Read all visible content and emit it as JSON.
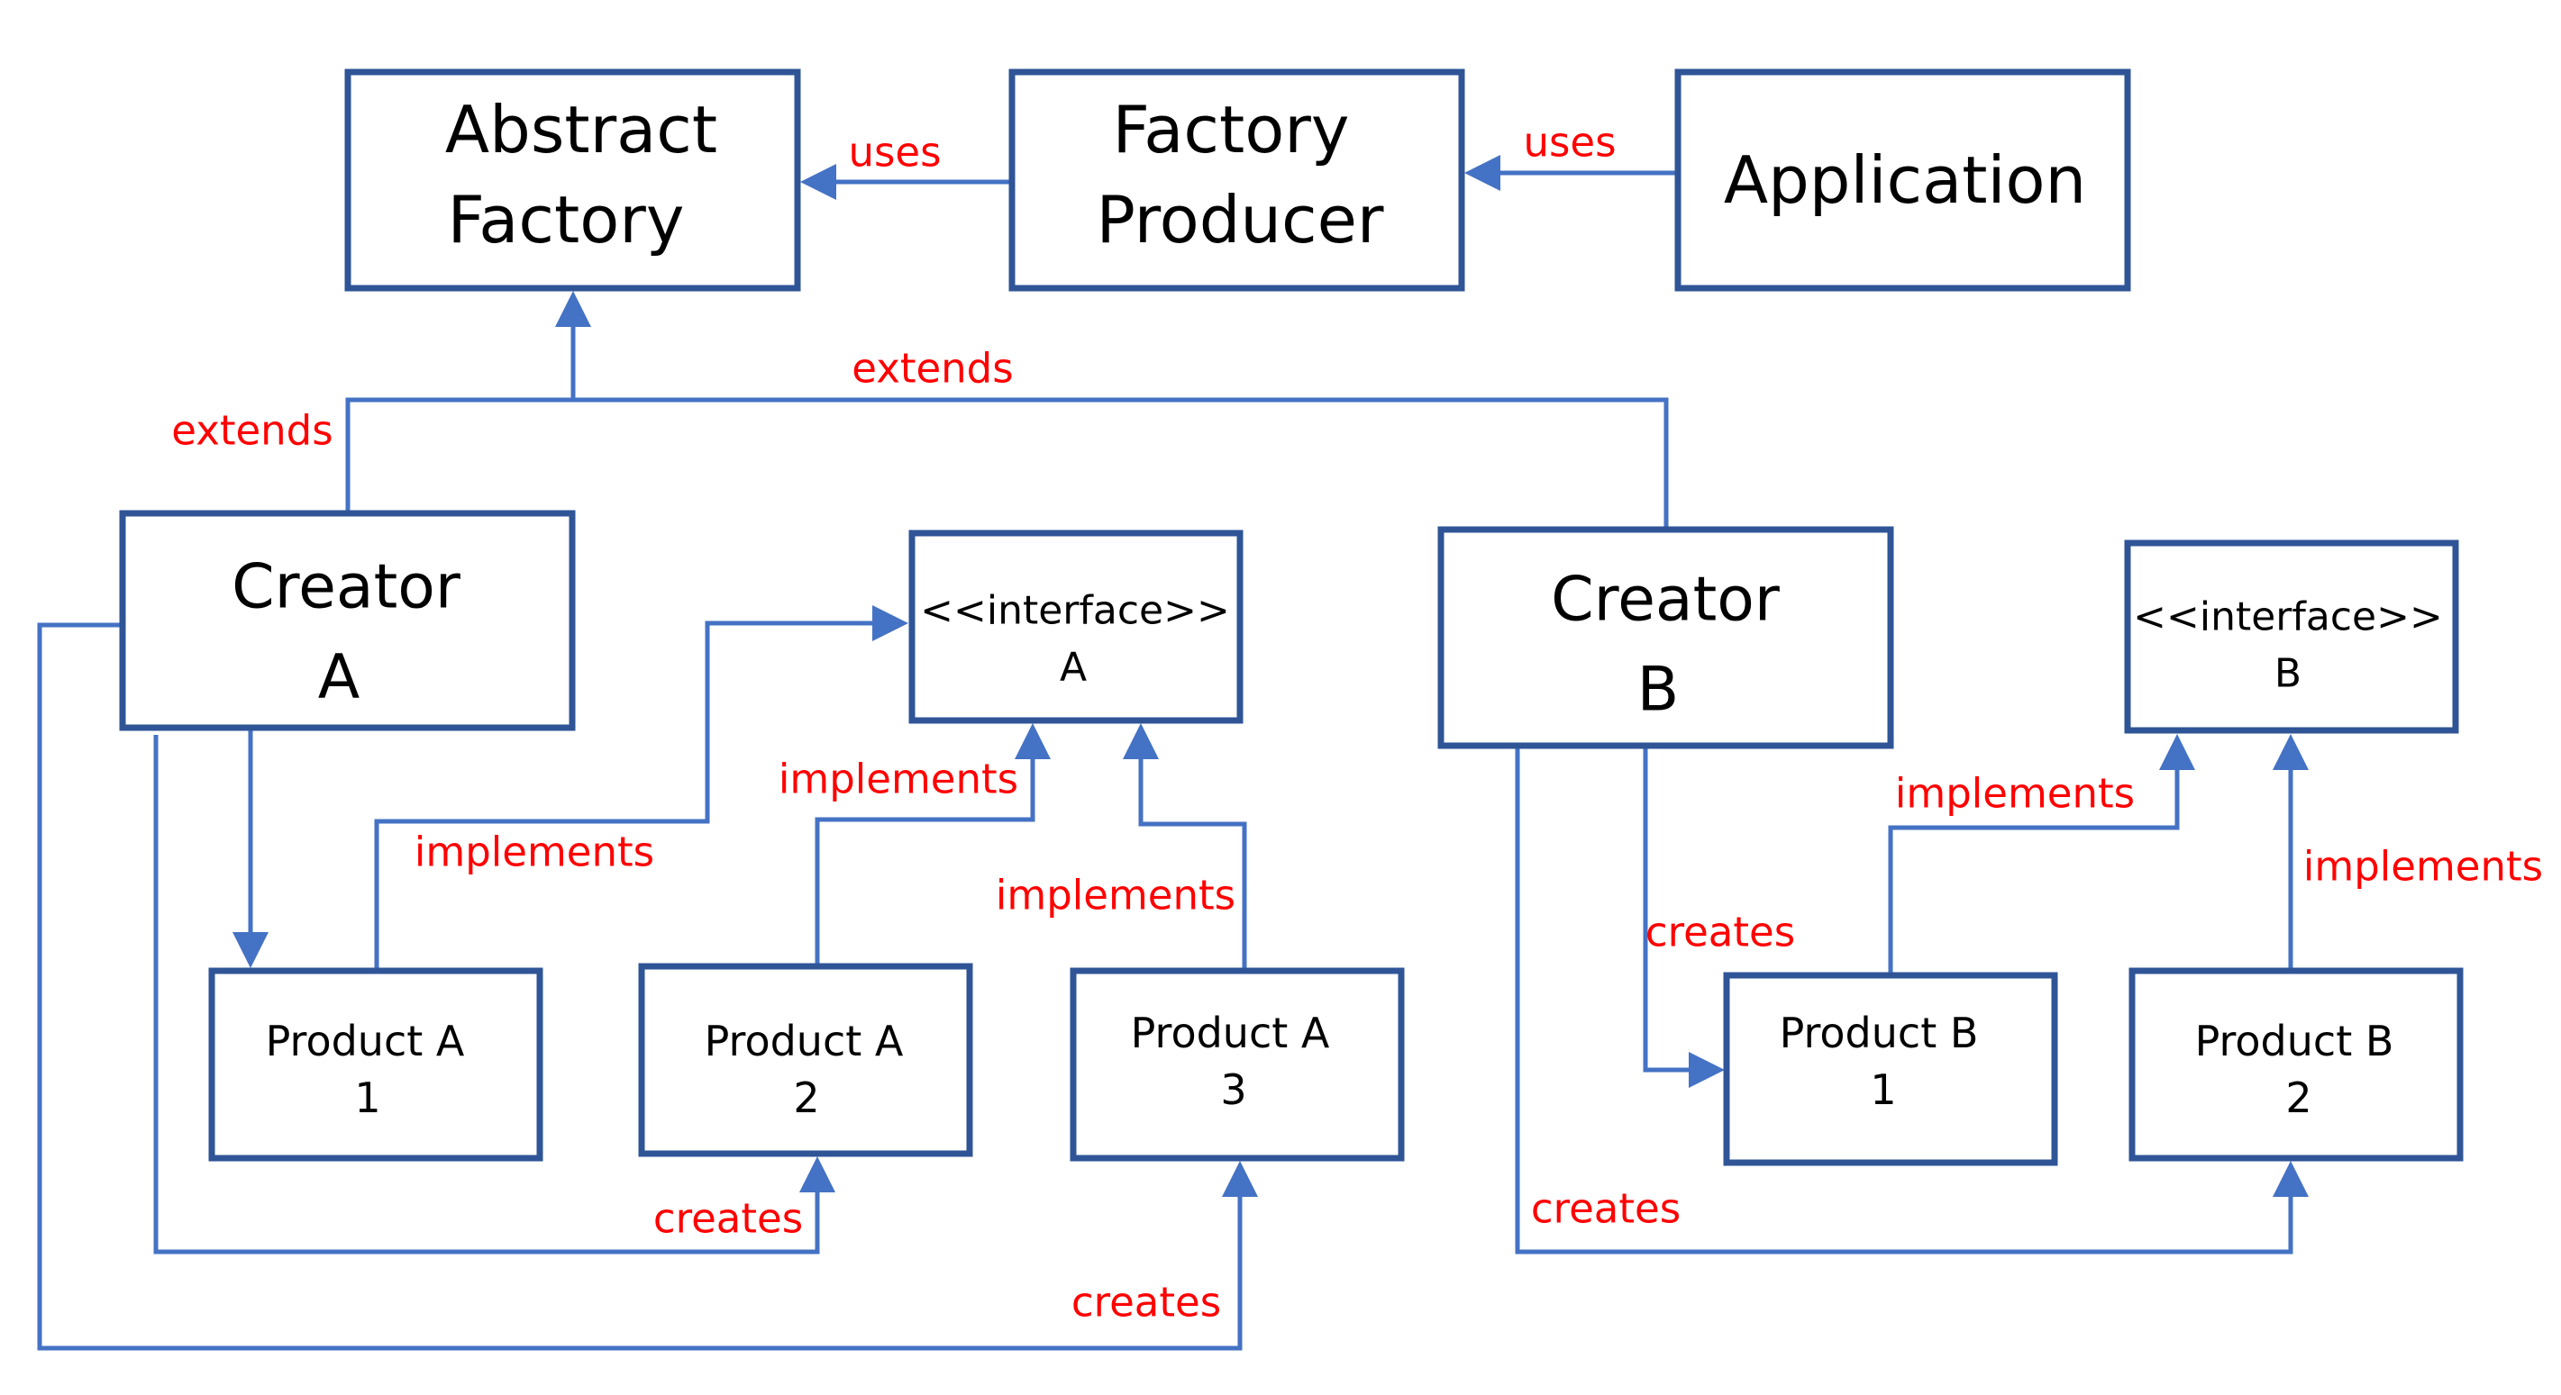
{
  "colors": {
    "box_border": "#2f5597",
    "connector": "#4472c4",
    "relation_label": "#ff0000",
    "text": "#000000",
    "background": "#ffffff"
  },
  "boxes": {
    "abstract_factory": {
      "line1": "Abstract",
      "line2": "Factory"
    },
    "factory_producer": {
      "line1": "Factory",
      "line2": "Producer"
    },
    "application": {
      "line1": "Application"
    },
    "creator_a": {
      "line1": "Creator",
      "line2": "A"
    },
    "creator_b": {
      "line1": "Creator",
      "line2": "B"
    },
    "interface_a": {
      "line1": "<<interface>>",
      "line2": "A"
    },
    "interface_b": {
      "line1": "<<interface>>",
      "line2": "B"
    },
    "product_a1": {
      "line1": "Product A",
      "line2": "1"
    },
    "product_a2": {
      "line1": "Product A",
      "line2": "2"
    },
    "product_a3": {
      "line1": "Product A",
      "line2": "3"
    },
    "product_b1": {
      "line1": "Product B",
      "line2": "1"
    },
    "product_b2": {
      "line1": "Product B",
      "line2": "2"
    }
  },
  "relations": {
    "producer_uses_abstract": "uses",
    "application_uses_producer": "uses",
    "creator_a_extends": "extends",
    "creator_b_extends": "extends",
    "a1_implements": "implements",
    "a2_implements": "implements",
    "a3_implements": "implements",
    "b1_implements": "implements",
    "b2_implements": "implements",
    "creator_a_creates_a2": "creates",
    "creator_a_creates_a3": "creates",
    "creator_b_creates_b1": "creates",
    "creator_b_creates_b2": "creates"
  }
}
